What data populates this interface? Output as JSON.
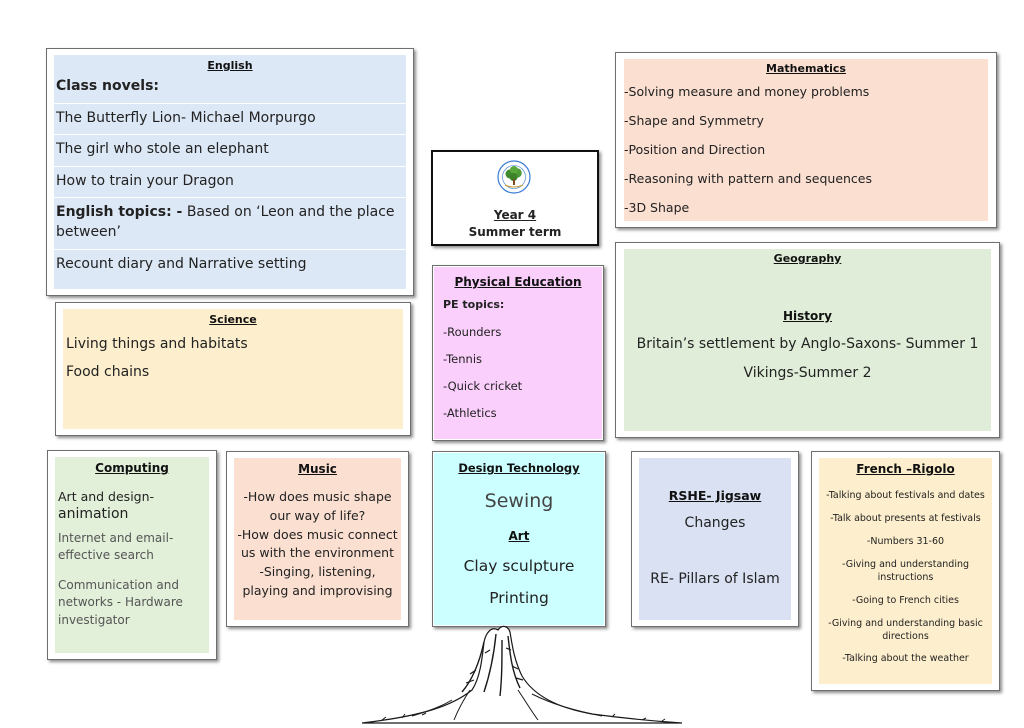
{
  "centre": {
    "year": "Year 4",
    "term": "Summer term"
  },
  "english": {
    "title": "English",
    "class_novels_label": "Class novels:",
    "novels": [
      "The Butterfly Lion- Michael Morpurgo",
      "The girl who stole an elephant",
      "How to train your Dragon"
    ],
    "topics_label": "English topics: -",
    "topics_text": " Based on ‘Leon and the place between’",
    "extra": "Recount diary and Narrative setting"
  },
  "maths": {
    "title": "Mathematics",
    "items": [
      "-Solving measure and money problems",
      "-Shape and Symmetry",
      "-Position and Direction",
      "-Reasoning with pattern and sequences",
      "-3D Shape"
    ]
  },
  "science": {
    "title": "Science",
    "items": [
      "Living things and habitats",
      "Food chains"
    ]
  },
  "pe": {
    "title": "Physical Education",
    "topics_label": "PE topics:",
    "items": [
      "-Rounders",
      "-Tennis",
      "-Quick cricket",
      "-Athletics"
    ]
  },
  "geography": {
    "title": "Geography",
    "history_title": "History",
    "items": [
      "Britain’s settlement by Anglo-Saxons- Summer 1",
      "Vikings-Summer 2"
    ]
  },
  "computing": {
    "title": "Computing",
    "item1_line1": "Art and design-",
    "item1_line2": "animation",
    "item2": "Internet and email-effective search",
    "item3": "Communication and networks - Hardware investigator"
  },
  "music": {
    "title": "Music",
    "items": [
      "-How does music shape our way of life?",
      "-How does music connect us with the environment",
      "-Singing, listening, playing and improvising"
    ]
  },
  "dt": {
    "title": "Design Technology",
    "dt_item": "Sewing",
    "art_title": "Art",
    "art_items": [
      "Clay sculpture",
      "Printing"
    ]
  },
  "rshe": {
    "title": "RSHE- Jigsaw",
    "item": "Changes",
    "re": "RE- Pillars of Islam"
  },
  "french": {
    "title": "French –Rigolo",
    "items": [
      "-Talking about festivals and dates",
      "-Talk about presents at festivals",
      "-Numbers 31-60",
      "-Giving and understanding instructions",
      "-Going to French cities",
      "-Giving and understanding basic directions",
      "-Talking about the weather"
    ]
  },
  "colors": {
    "english": "#dde8f6",
    "maths": "#fbe0d2",
    "science": "#fdefcd",
    "pe": "#fbcffc",
    "geography": "#e0eed9",
    "computing": "#e2efd9",
    "music": "#fbe0d2",
    "dt": "#ccffff",
    "rshe": "#d9e1f3",
    "french": "#fdefcd"
  }
}
